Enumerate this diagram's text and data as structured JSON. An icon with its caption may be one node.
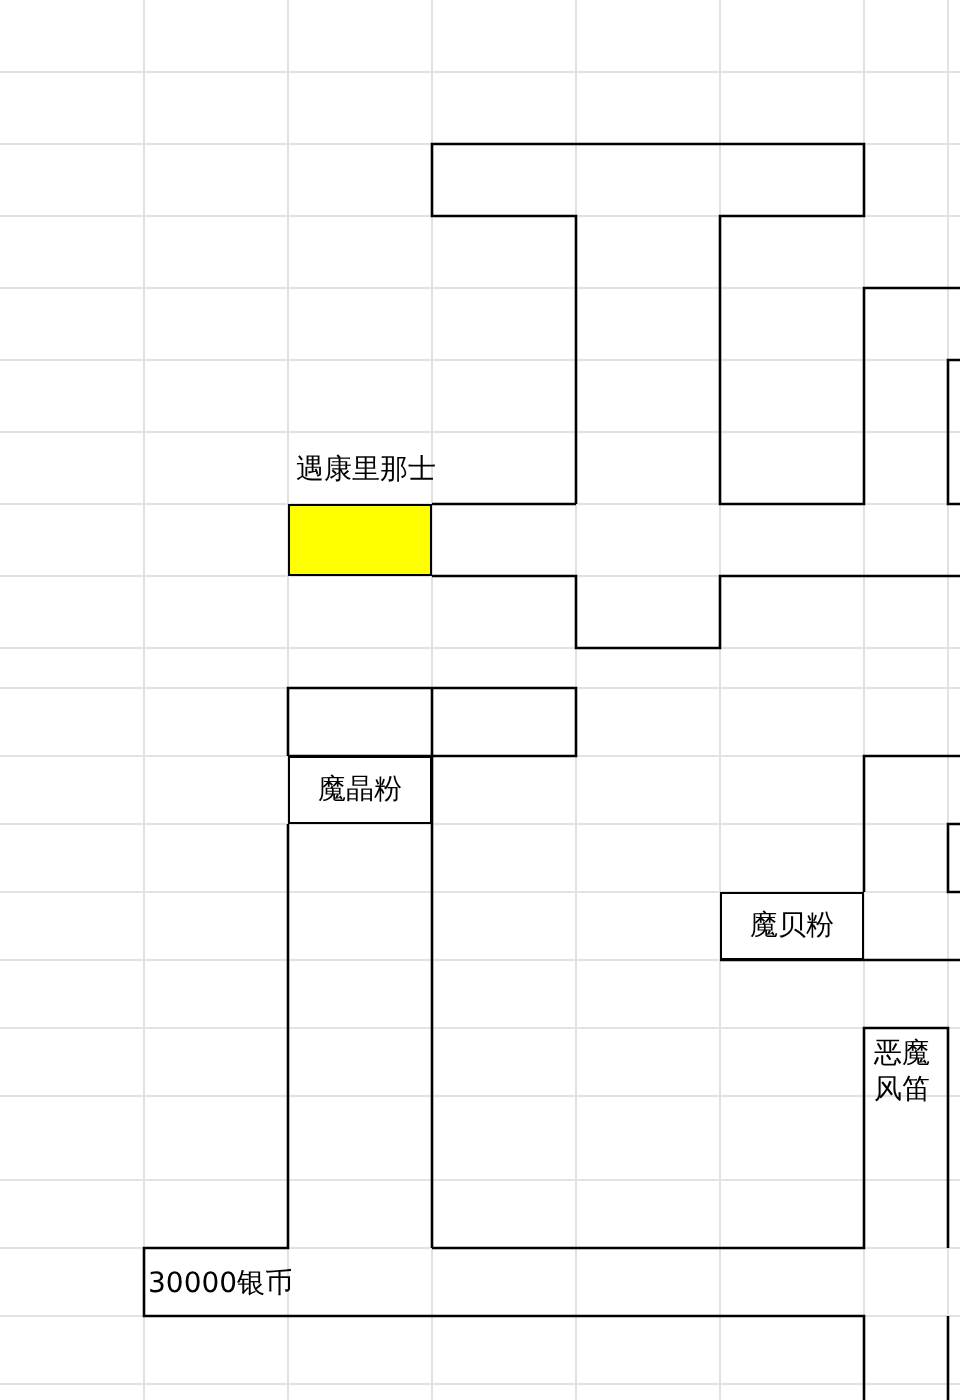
{
  "diagram": {
    "nodes": [
      {
        "text": [],
        "shape": "box",
        "beside": [
          "遇康里那士"
        ]
      },
      {
        "text": [
          "魔晶粉"
        ]
      },
      {
        "text": [
          "魔贝粉"
        ]
      }
    ],
    "labels": [
      "恶魔风笛",
      "30000银币"
    ]
  }
}
